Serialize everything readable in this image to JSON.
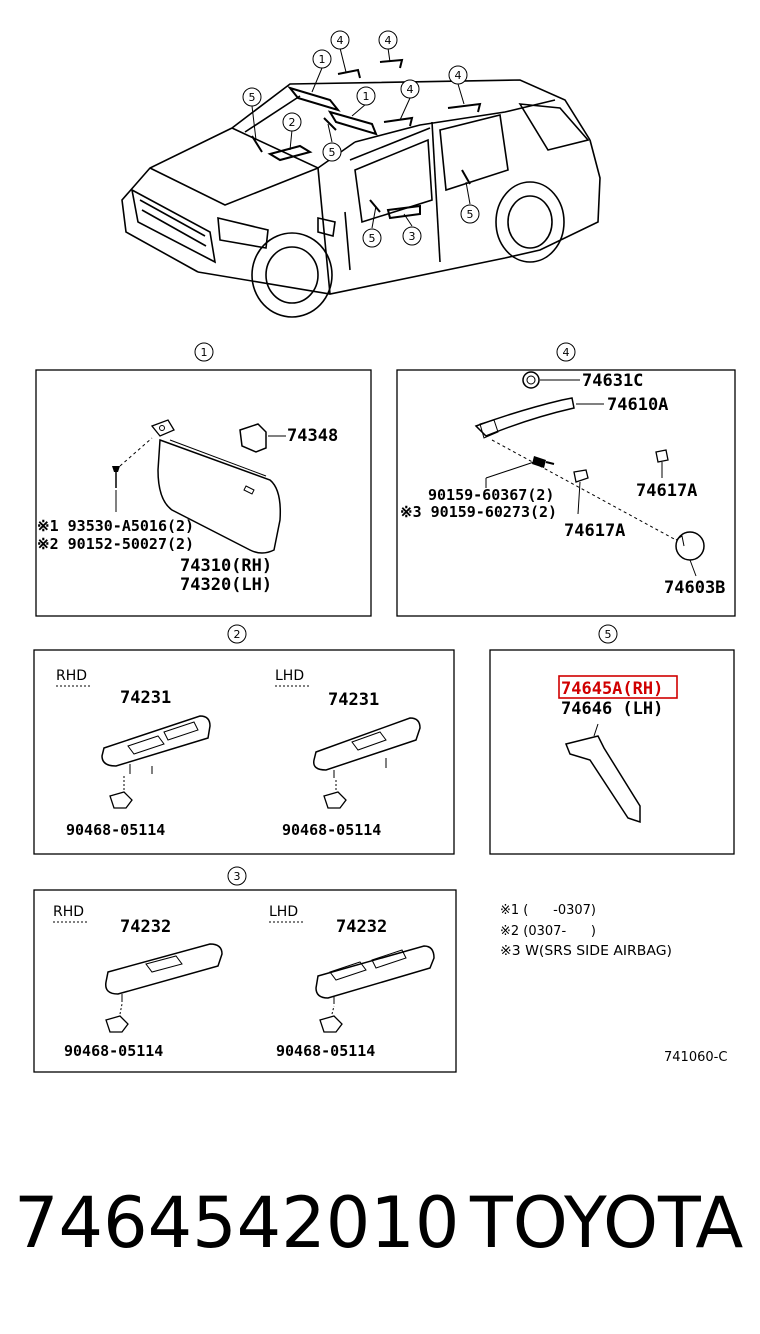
{
  "callouts": {
    "c1": "1",
    "c2": "2",
    "c3": "3",
    "c4": "4",
    "c5": "5"
  },
  "panel1": {
    "part_bracket": "74348",
    "screw_a": "※1 93530-A5016(2)",
    "screw_b": "※2 90152-50027(2)",
    "visor_rh": "74310(RH)",
    "visor_lh": "74320(LH)"
  },
  "panel4": {
    "p1": "74631C",
    "p2": "74610A",
    "p3": "74617A",
    "screw_a": "90159-60367(2)",
    "screw_b": "※3 90159-60273(2)",
    "p4": "74617A",
    "p5": "74603B"
  },
  "panel2": {
    "rhd": "RHD",
    "lhd": "LHD",
    "rhd_part": "74231",
    "lhd_part": "74231",
    "rhd_clip": "90468-05114",
    "lhd_clip": "90468-05114"
  },
  "panel5": {
    "highlighted_part": "74645A(RH)",
    "part_lh": "74646 (LH)"
  },
  "panel3": {
    "rhd": "RHD",
    "lhd": "LHD",
    "rhd_part": "74232",
    "lhd_part": "74232",
    "rhd_clip": "90468-05114",
    "lhd_clip": "90468-05114"
  },
  "notes": {
    "n1": "※1 (      -0307)",
    "n2": "※2 (0307-      )",
    "n3": "※3 W(SRS SIDE AIRBAG)"
  },
  "diagram_code": "741060-C",
  "part_number": "7464542010",
  "brand": "TOYOTA",
  "colors": {
    "highlight": "#d00000",
    "line": "#000000"
  }
}
